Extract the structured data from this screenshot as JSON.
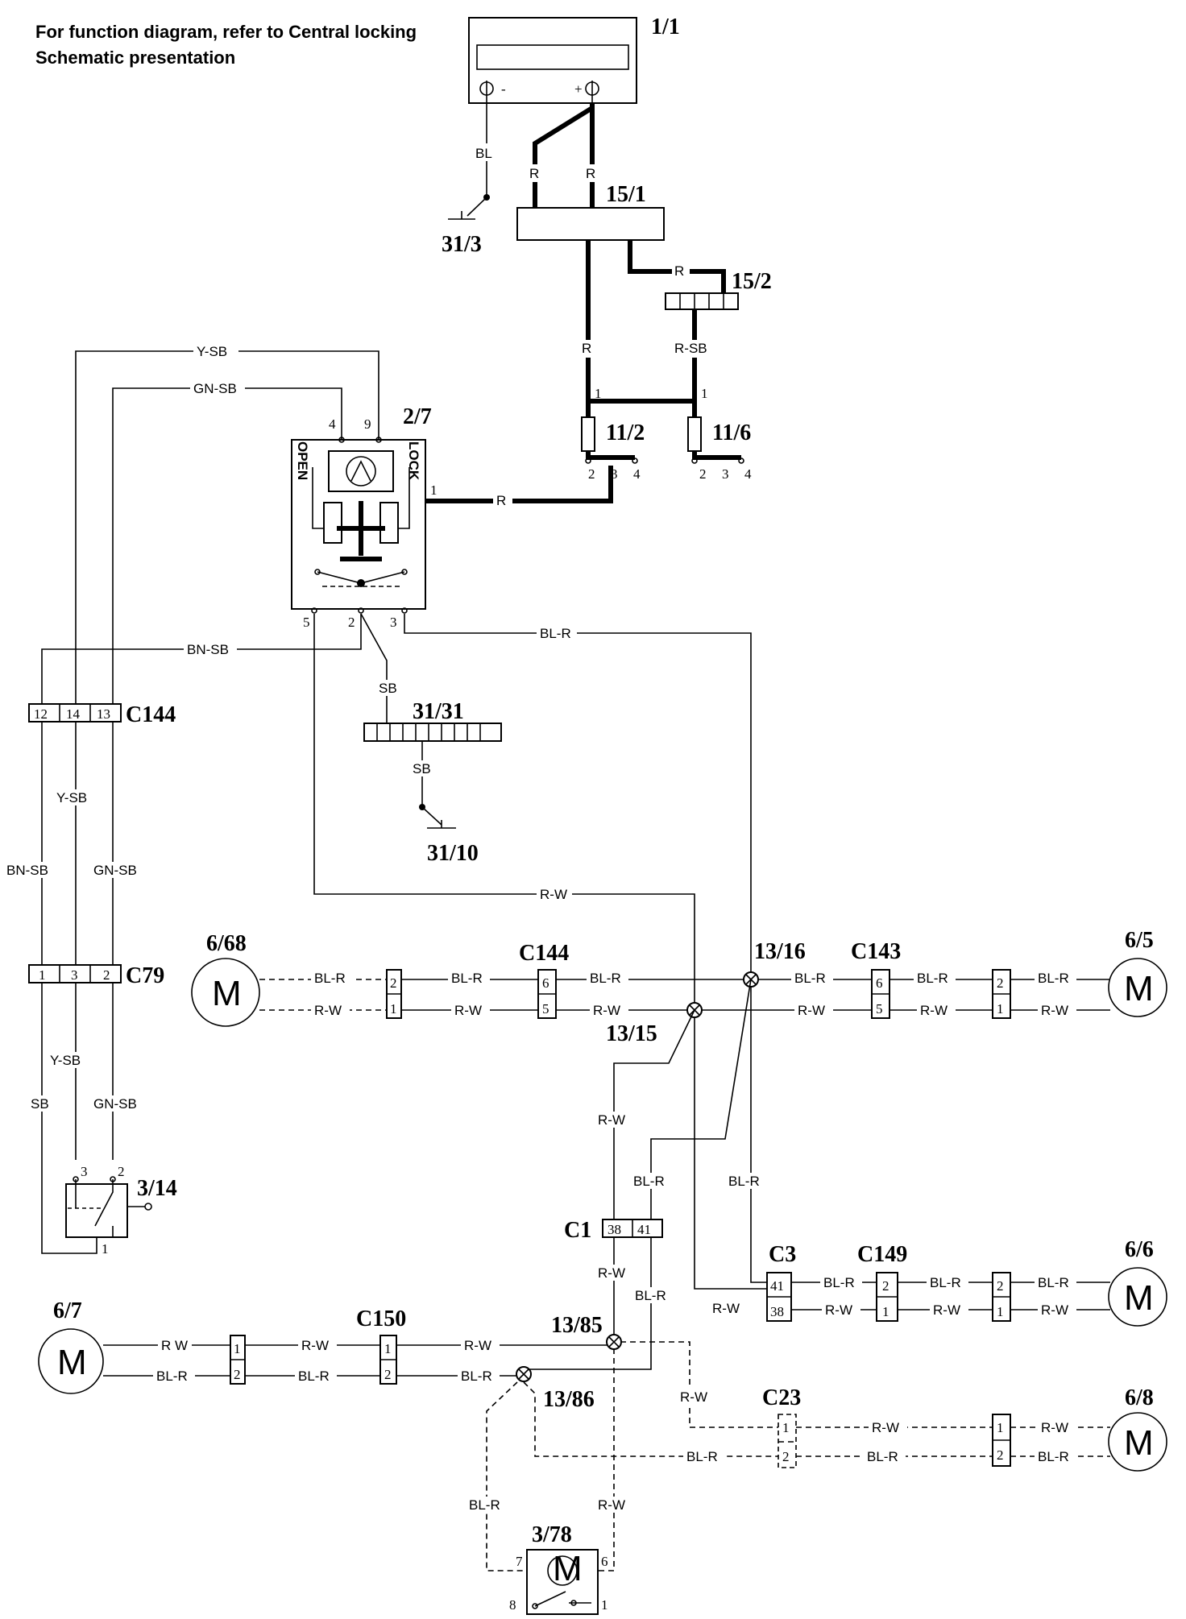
{
  "note": {
    "line1": "For function diagram, refer to Central locking",
    "line2": "Schematic presentation"
  },
  "components": {
    "battery": "1/1",
    "ground_31_3": "31/3",
    "fuse_box": "15/1",
    "fuse_15_2": "15/2",
    "switch_2_7": "2/7",
    "switch_open": "OPEN",
    "switch_lock": "LOCK",
    "fuse_11_2": "11/2",
    "fuse_11_6": "11/6",
    "ground_strip": "31/31",
    "ground_31_10": "31/10",
    "conn_c144_top": "C144",
    "conn_c79": "C79",
    "switch_3_14": "3/14",
    "motor_6_68": "6/68",
    "conn_c144_mid": "C144",
    "splice_13_16": "13/16",
    "splice_13_15": "13/15",
    "conn_c143": "C143",
    "motor_6_5": "6/5",
    "conn_c1": "C1",
    "conn_c3": "C3",
    "conn_c149": "C149",
    "motor_6_6": "6/6",
    "motor_6_7": "6/7",
    "conn_c150": "C150",
    "splice_13_85": "13/85",
    "splice_13_86": "13/86",
    "conn_c23": "C23",
    "motor_6_8": "6/8",
    "motor_3_78": "3/78",
    "motor_symbol": "M"
  },
  "wire_colors": {
    "bl": "BL",
    "r": "R",
    "r_sb": "R-SB",
    "y_sb": "Y-SB",
    "gn_sb": "GN-SB",
    "bn_sb": "BN-SB",
    "bl_r": "BL-R",
    "r_w": "R-W",
    "r_w_spaced": "R W",
    "sb": "SB"
  },
  "pins": {
    "p1": "1",
    "p2": "2",
    "p3": "3",
    "p4": "4",
    "p5": "5",
    "p6": "6",
    "p7": "7",
    "p8": "8",
    "p9": "9",
    "p12": "12",
    "p13": "13",
    "p14": "14",
    "p38": "38",
    "p41": "41",
    "minus": "-",
    "plus": "+"
  }
}
